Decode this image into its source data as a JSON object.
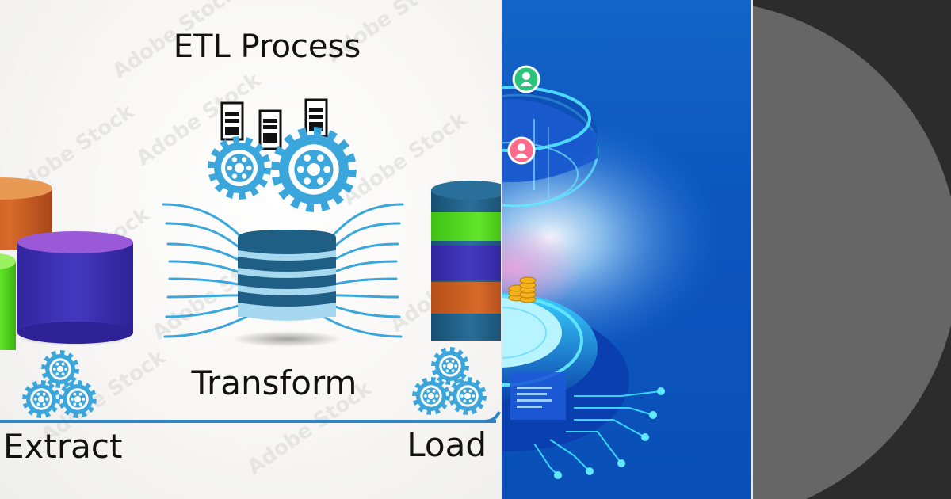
{
  "diagram": {
    "title": "ETL Process",
    "stages": {
      "extract": "Extract",
      "transform": "Transform",
      "load": "Load"
    }
  },
  "watermark": "Adobe Stock",
  "colors": {
    "gear_blue": "#3aa6dc",
    "db_dark": "#1f5f86",
    "db_light": "#a6d8ef",
    "db_orange": "#c35a1f",
    "db_purple": "#3b2fb0",
    "db_green": "#52d820",
    "panel_blue": "#0c56be",
    "panel_gray": "#666666"
  },
  "icons": [
    "server-icon",
    "gear-icon",
    "database-icon",
    "user-icon",
    "coin-stack-icon",
    "circuit-icon"
  ]
}
